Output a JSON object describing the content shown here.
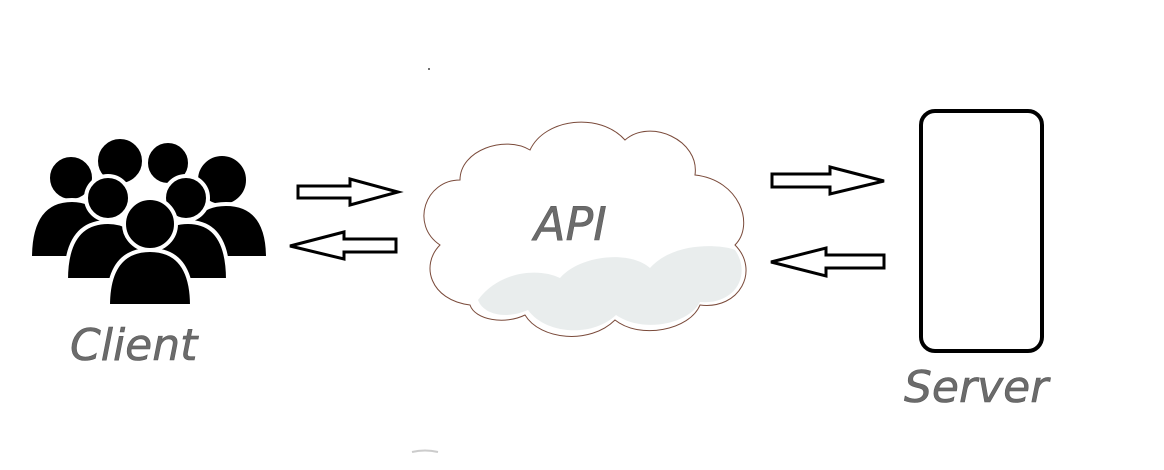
{
  "nodes": {
    "client": {
      "label": "Client",
      "icon": "group-of-people-icon"
    },
    "api": {
      "label": "API",
      "icon": "cloud-icon"
    },
    "server": {
      "label": "Server",
      "icon": "server-box-icon"
    }
  },
  "edges": [
    {
      "from": "client",
      "to": "api",
      "direction": "right"
    },
    {
      "from": "api",
      "to": "client",
      "direction": "left"
    },
    {
      "from": "api",
      "to": "server",
      "direction": "right"
    },
    {
      "from": "server",
      "to": "api",
      "direction": "left"
    }
  ],
  "colors": {
    "icon": "#000000",
    "label": "#6b6b6b",
    "cloud_fill": "#ffffff",
    "cloud_shade": "#e9eded",
    "cloud_outline": "#7a4a3a"
  }
}
